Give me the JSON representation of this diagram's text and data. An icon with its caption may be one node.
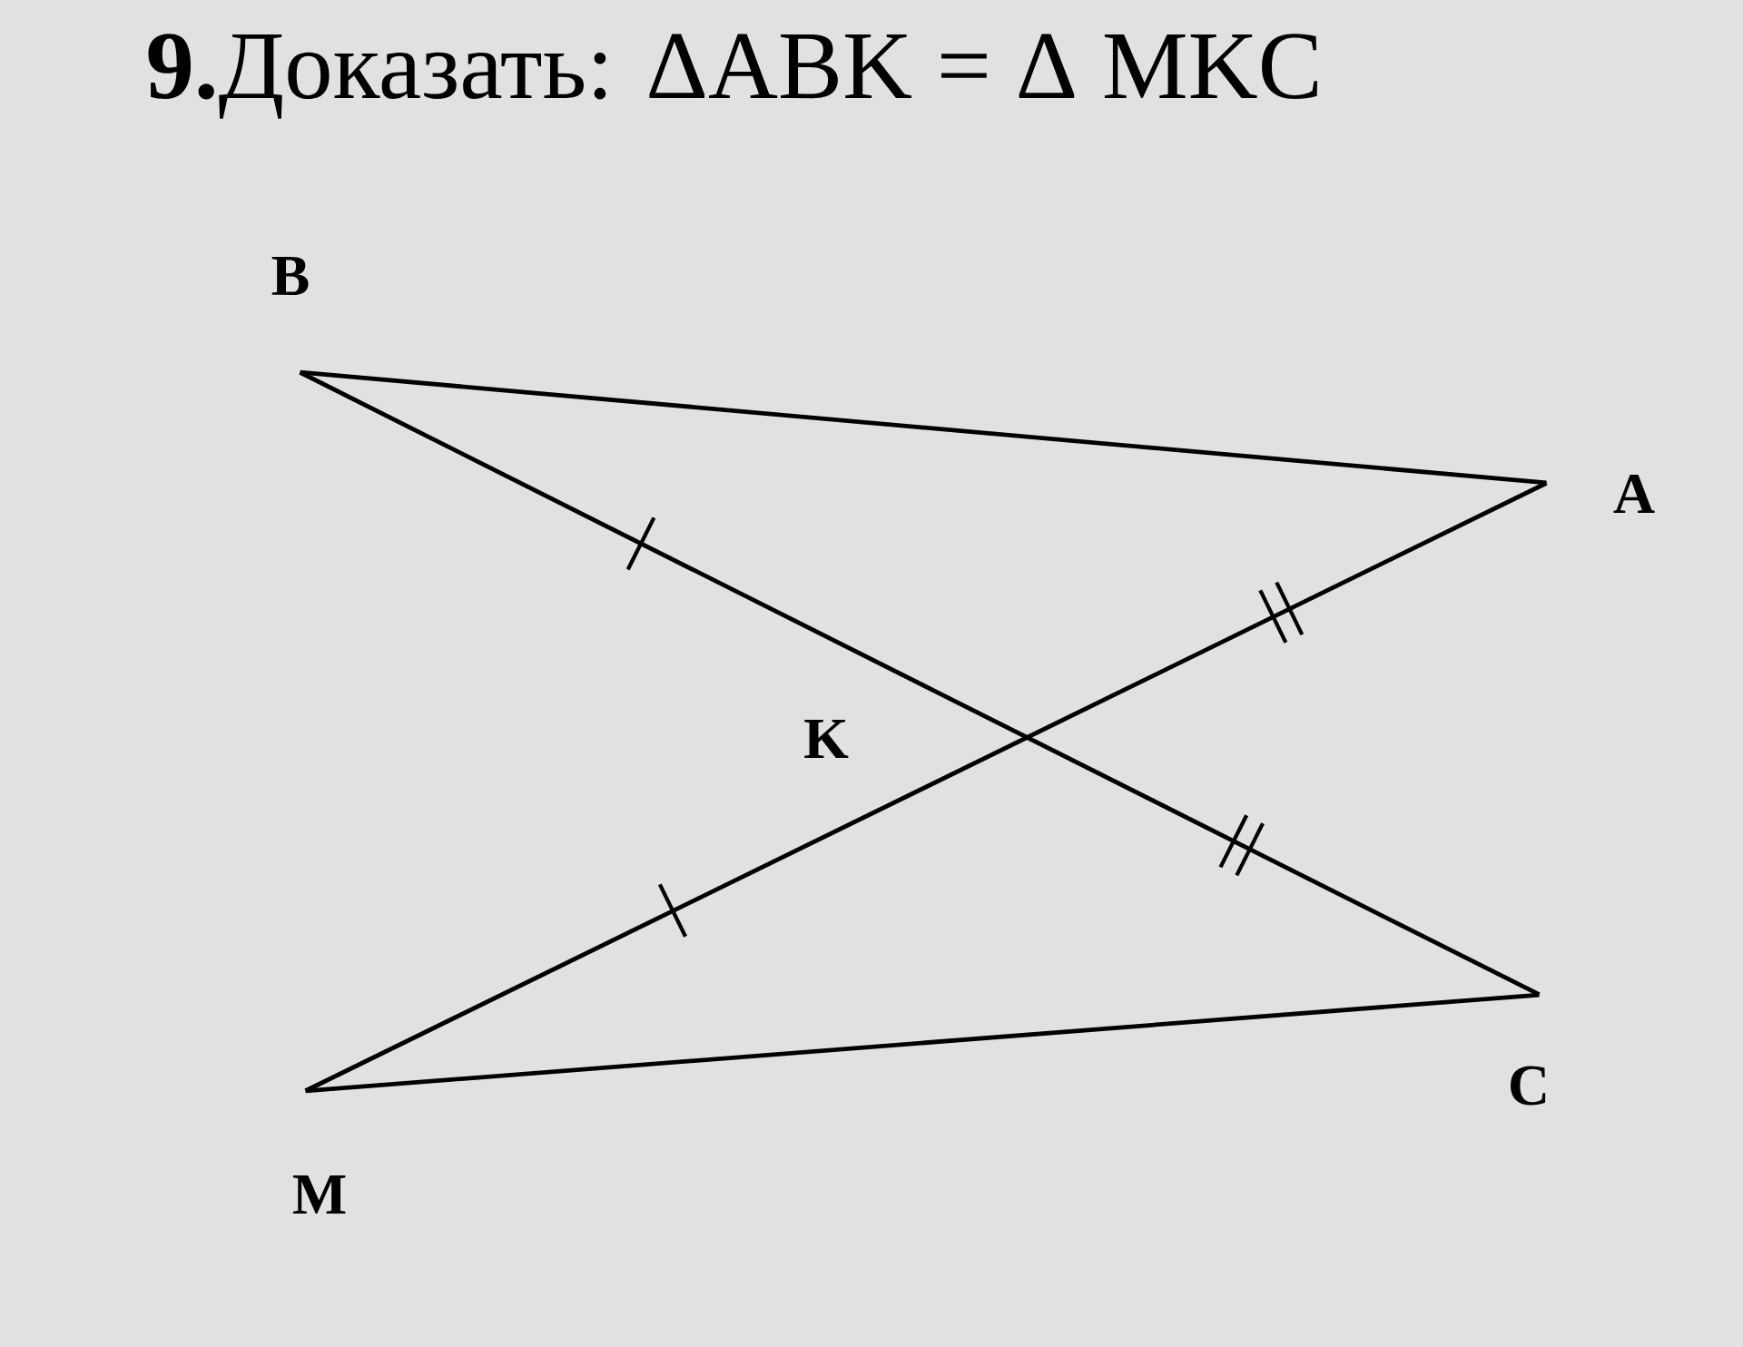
{
  "diagram": {
    "title": "**9.**Доказать: ΔABK = Δ MKC",
    "nodes": [
      {
        "text": [
          "B"
        ]
      },
      {
        "text": [
          "A"
        ]
      },
      {
        "text": [
          "C"
        ]
      },
      {
        "text": [
          "M"
        ]
      }
    ],
    "edges": [
      {
        "from": 0,
        "to": 1,
        "arrow": "none"
      },
      {
        "from": 0,
        "to": 2,
        "arrow": "none"
      },
      {
        "from": 1,
        "to": 3,
        "arrow": "none"
      },
      {
        "from": 3,
        "to": 2,
        "arrow": "none"
      }
    ],
    "labels": [
      "K"
    ]
  }
}
